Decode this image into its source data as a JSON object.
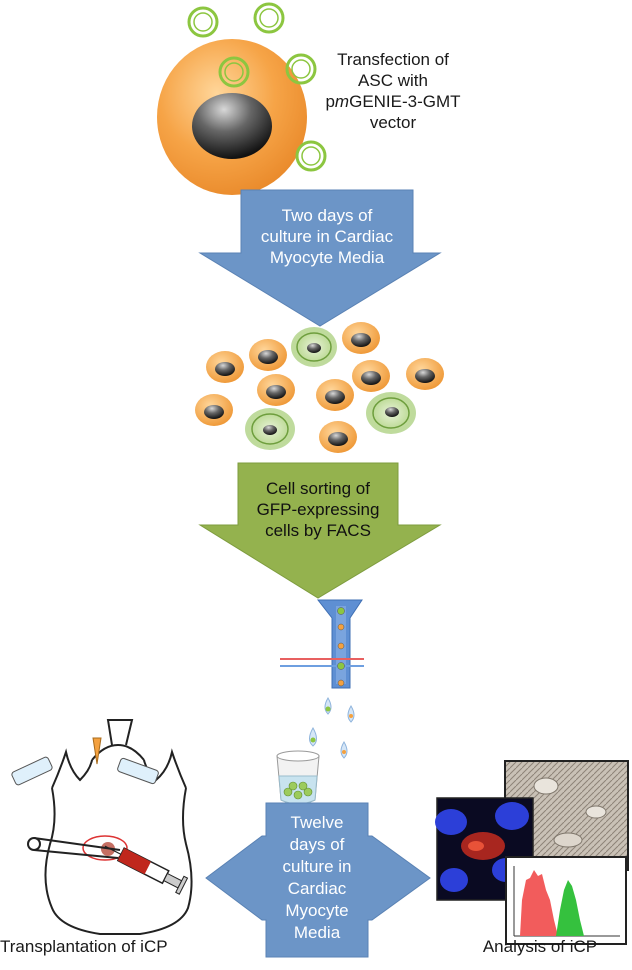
{
  "step1": {
    "line1": "Transfection of",
    "line2": "ASC with",
    "line3_prefix": "p",
    "line3_italic": "m",
    "line3_suffix": "GENIE-3-GMT",
    "line4": "vector"
  },
  "arrow1": {
    "line1": "Two days of",
    "line2": "culture in Cardiac",
    "line3": "Myocyte Media"
  },
  "arrow2": {
    "line1": "Cell sorting of",
    "line2": "GFP-expressing",
    "line3": "cells by FACS"
  },
  "arrow3": {
    "line1": "Twelve",
    "line2": "days of",
    "line3": "culture in",
    "line4": "Cardiac",
    "line5": "Myocyte",
    "line6": "Media"
  },
  "label_left": "Transplantation of iCP",
  "label_right": "Analysis of iCP",
  "colors": {
    "blue_arrow": "#6C95C7",
    "green_arrow": "#94B24E",
    "cell_orange": "#F4A13F",
    "gfp_green": "#8FC160"
  }
}
